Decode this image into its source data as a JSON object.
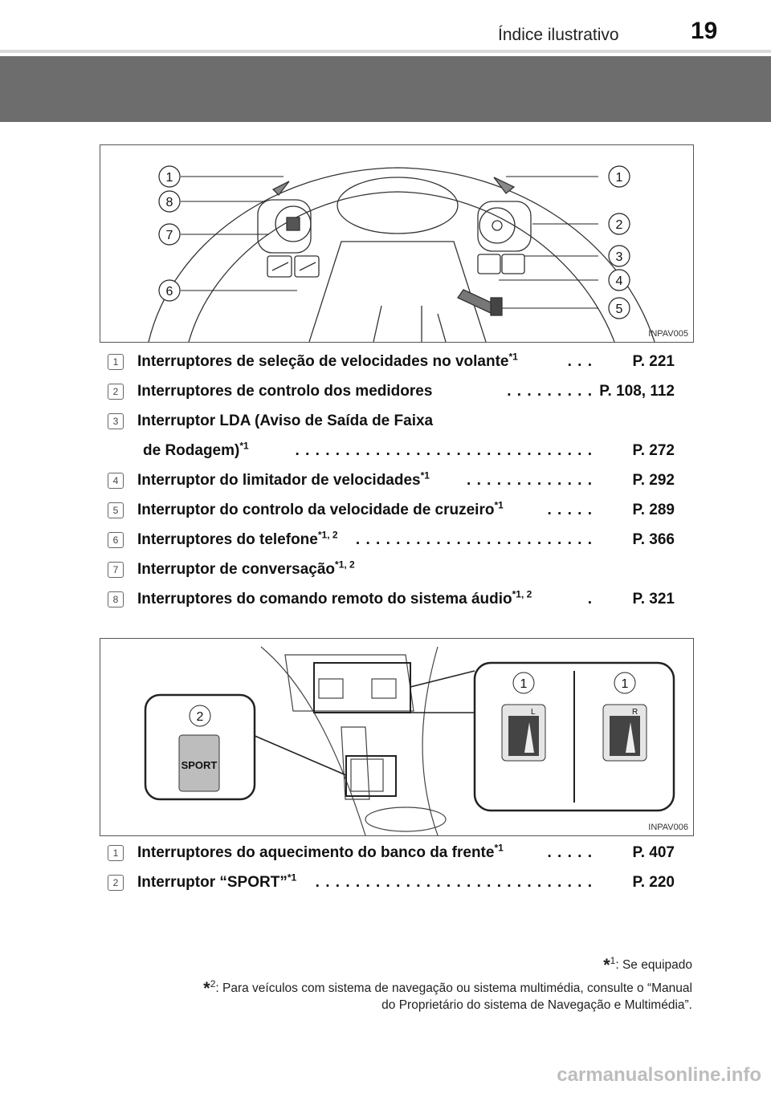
{
  "header": {
    "section_title": "Índice ilustrativo",
    "page_number": "19"
  },
  "figure1": {
    "code": "INPAV005",
    "callouts": [
      "1",
      "8",
      "7",
      "6",
      "1",
      "2",
      "3",
      "4",
      "5"
    ]
  },
  "list1": [
    {
      "num": "1",
      "label": "Interruptores de seleção de velocidades no volante",
      "sup": "*1",
      "dots": ". . .",
      "ref": "P. 221"
    },
    {
      "num": "2",
      "label": "Interruptores de controlo dos medidores",
      "sup": "",
      "dots": ". . . . . . . . .",
      "ref": "P. 108, 112"
    },
    {
      "num": "3",
      "label": "Interruptor  LDA (Aviso de Saída de Faixa",
      "sup": "",
      "dots": "",
      "ref": ""
    },
    {
      "num": "",
      "label": "de Rodagem)",
      "sup": "*1",
      "dots": ". . . . . . . . . . . . . . . . . . . . . . . . . . . . . .",
      "ref": "P. 272"
    },
    {
      "num": "4",
      "label": "Interruptor do limitador de velocidades",
      "sup": "*1",
      "dots": ". . . . . . . . . . . . .",
      "ref": "P. 292"
    },
    {
      "num": "5",
      "label": "Interruptor do controlo da velocidade de cruzeiro",
      "sup": "*1",
      "dots": ". . . . .",
      "ref": "P. 289"
    },
    {
      "num": "6",
      "label": "Interruptores do telefone",
      "sup": "*1, 2",
      "dots": ". . . . . . . . . . . . . . . . . . . . . . . .",
      "ref": "P. 366"
    },
    {
      "num": "7",
      "label": "Interruptor de conversação",
      "sup": "*1, 2",
      "dots": "",
      "ref": ""
    },
    {
      "num": "8",
      "label": "Interruptores do comando remoto do sistema áudio",
      "sup": "*1, 2",
      "dots": ".",
      "ref": "P. 321"
    }
  ],
  "figure2": {
    "code": "INPAV006",
    "callouts": [
      "2",
      "1",
      "1"
    ],
    "sport_button_text": "SPORT",
    "seat_labels": [
      "L",
      "R"
    ]
  },
  "list2": [
    {
      "num": "1",
      "label": "Interruptores do aquecimento do banco da frente",
      "sup": "*1",
      "dots": ". . . . .",
      "ref": "P. 407"
    },
    {
      "num": "2",
      "label": "Interruptor “SPORT”",
      "sup": "*1",
      "dots": ". . . . . . . . . . . . . . . . . . . . . . . . . . . .",
      "ref": "P. 220"
    }
  ],
  "footnotes": {
    "note1_mark": "*",
    "note1_sub": "1",
    "note1_text": ": Se equipado",
    "note2_mark": "*",
    "note2_sub": "2",
    "note2_text_line1": ": Para veículos com sistema de navegação ou sistema multimédia, consulte o “Manual",
    "note2_text_line2": "do Proprietário do sistema de Navegação e Multimédia”."
  },
  "watermark": "carmanualsonline.info"
}
